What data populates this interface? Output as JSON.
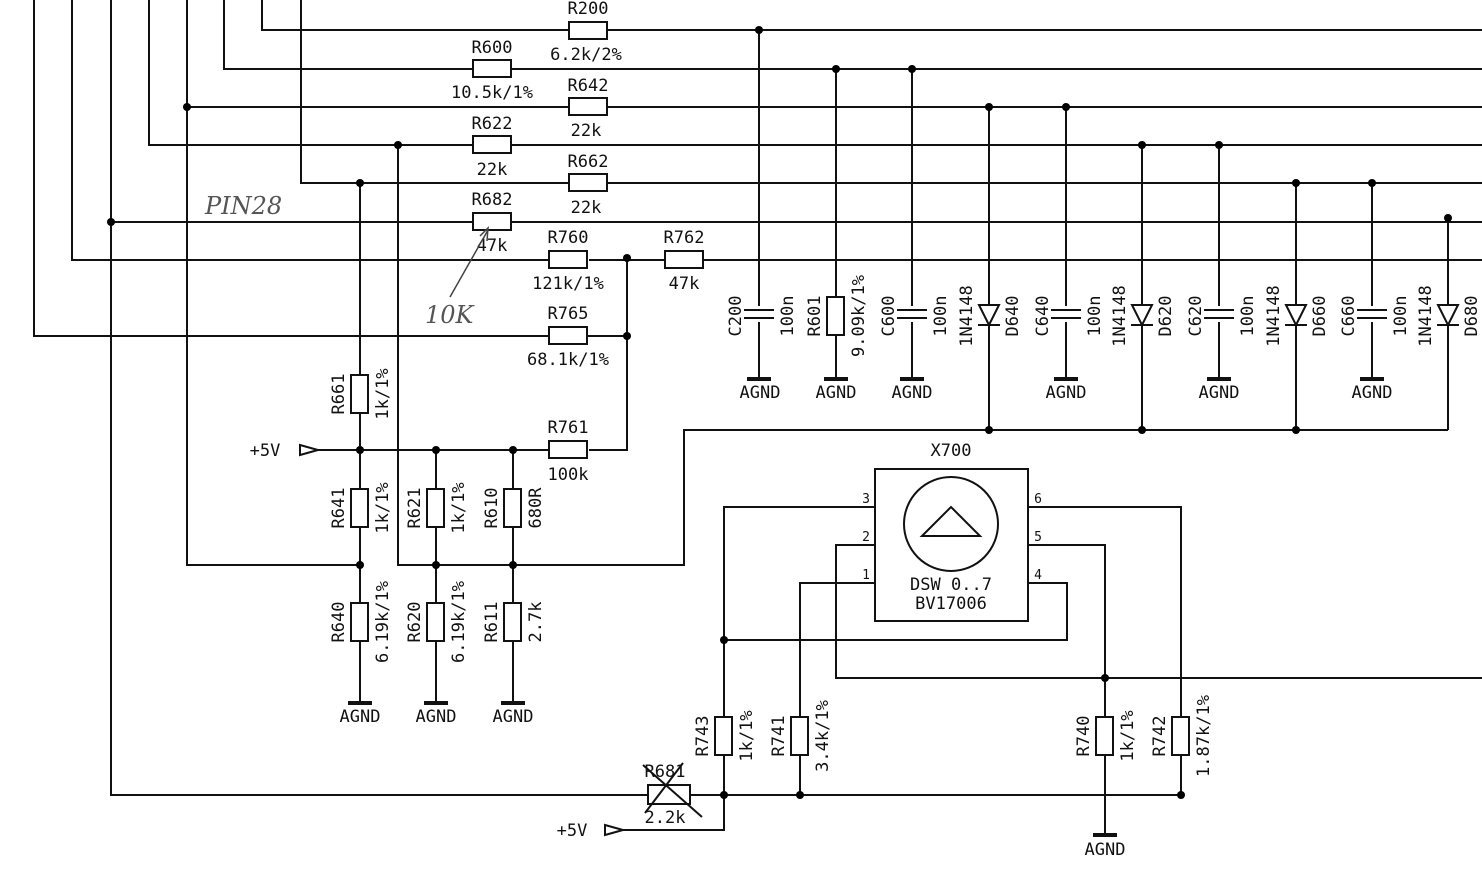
{
  "wire_labels": {
    "pin28_note": "PIN28",
    "r682_note": "10K",
    "vcc_a": "+5V",
    "vcc_b": "+5V"
  },
  "resistors": [
    {
      "ref": "R200",
      "value": "6.2k/2%"
    },
    {
      "ref": "R600",
      "value": "10.5k/1%"
    },
    {
      "ref": "R642",
      "value": "22k"
    },
    {
      "ref": "R622",
      "value": "22k"
    },
    {
      "ref": "R662",
      "value": "22k"
    },
    {
      "ref": "R682",
      "value": "47k"
    },
    {
      "ref": "R760",
      "value": "121k/1%"
    },
    {
      "ref": "R762",
      "value": "47k"
    },
    {
      "ref": "R765",
      "value": "68.1k/1%"
    },
    {
      "ref": "R761",
      "value": "100k"
    },
    {
      "ref": "R661",
      "value": "1k/1%"
    },
    {
      "ref": "R641",
      "value": "1k/1%"
    },
    {
      "ref": "R621",
      "value": "1k/1%"
    },
    {
      "ref": "R610",
      "value": "680R"
    },
    {
      "ref": "R640",
      "value": "6.19k/1%"
    },
    {
      "ref": "R620",
      "value": "6.19k/1%"
    },
    {
      "ref": "R611",
      "value": "2.7k"
    },
    {
      "ref": "R601",
      "value": "9.09k/1%"
    },
    {
      "ref": "R743",
      "value": "1k/1%"
    },
    {
      "ref": "R741",
      "value": "3.4k/1%"
    },
    {
      "ref": "R740",
      "value": "1k/1%"
    },
    {
      "ref": "R742",
      "value": "1.87k/1%"
    },
    {
      "ref": "R681",
      "value": "2.2k"
    }
  ],
  "capacitors": [
    {
      "ref": "C200",
      "value": "100n"
    },
    {
      "ref": "C600",
      "value": "100n"
    },
    {
      "ref": "C640",
      "value": "100n"
    },
    {
      "ref": "C620",
      "value": "100n"
    },
    {
      "ref": "C660",
      "value": "100n"
    }
  ],
  "diodes": [
    {
      "ref": "D640",
      "part": "1N4148"
    },
    {
      "ref": "D620",
      "part": "1N4148"
    },
    {
      "ref": "D660",
      "part": "1N4148"
    },
    {
      "ref": "D680",
      "part": "1N4148"
    }
  ],
  "ground_label": "AGND",
  "switch": {
    "ref": "X700",
    "name": "DSW 0..7",
    "part": "BV17006",
    "pins": [
      "1",
      "2",
      "3",
      "4",
      "5",
      "6"
    ]
  }
}
